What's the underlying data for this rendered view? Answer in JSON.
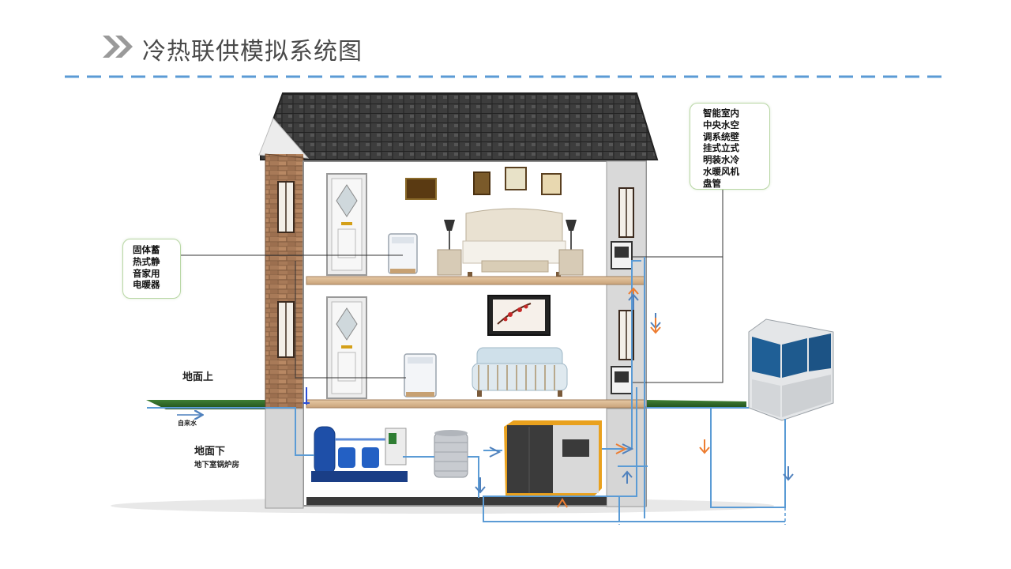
{
  "title": "冷热联供模拟系统图",
  "colors": {
    "accent_blue": "#5b9bd5",
    "hot_orange": "#ed7d31",
    "dash_line": "#5b9bd5",
    "roof": "#3a3a3a",
    "brick": "#a87a58"
  },
  "callouts": {
    "room_unit": [
      "智能室内",
      "中央水空",
      "调系统壁",
      "挂式立式",
      "明装水冷",
      "水暖风机",
      "盘管"
    ],
    "heater": [
      "固体蓄",
      "热式静",
      "音家用",
      "电暖器"
    ]
  },
  "labels": {
    "above_ground": "地面上",
    "tap_water": "自来水",
    "below_ground": "地面下",
    "boiler_room": "地下室锅炉房"
  },
  "icons": [
    "double-chevron-icon",
    "outdoor-heat-pump-unit",
    "boiler-unit",
    "water-tank",
    "pump-station",
    "fan-coil-unit",
    "electric-heater"
  ]
}
